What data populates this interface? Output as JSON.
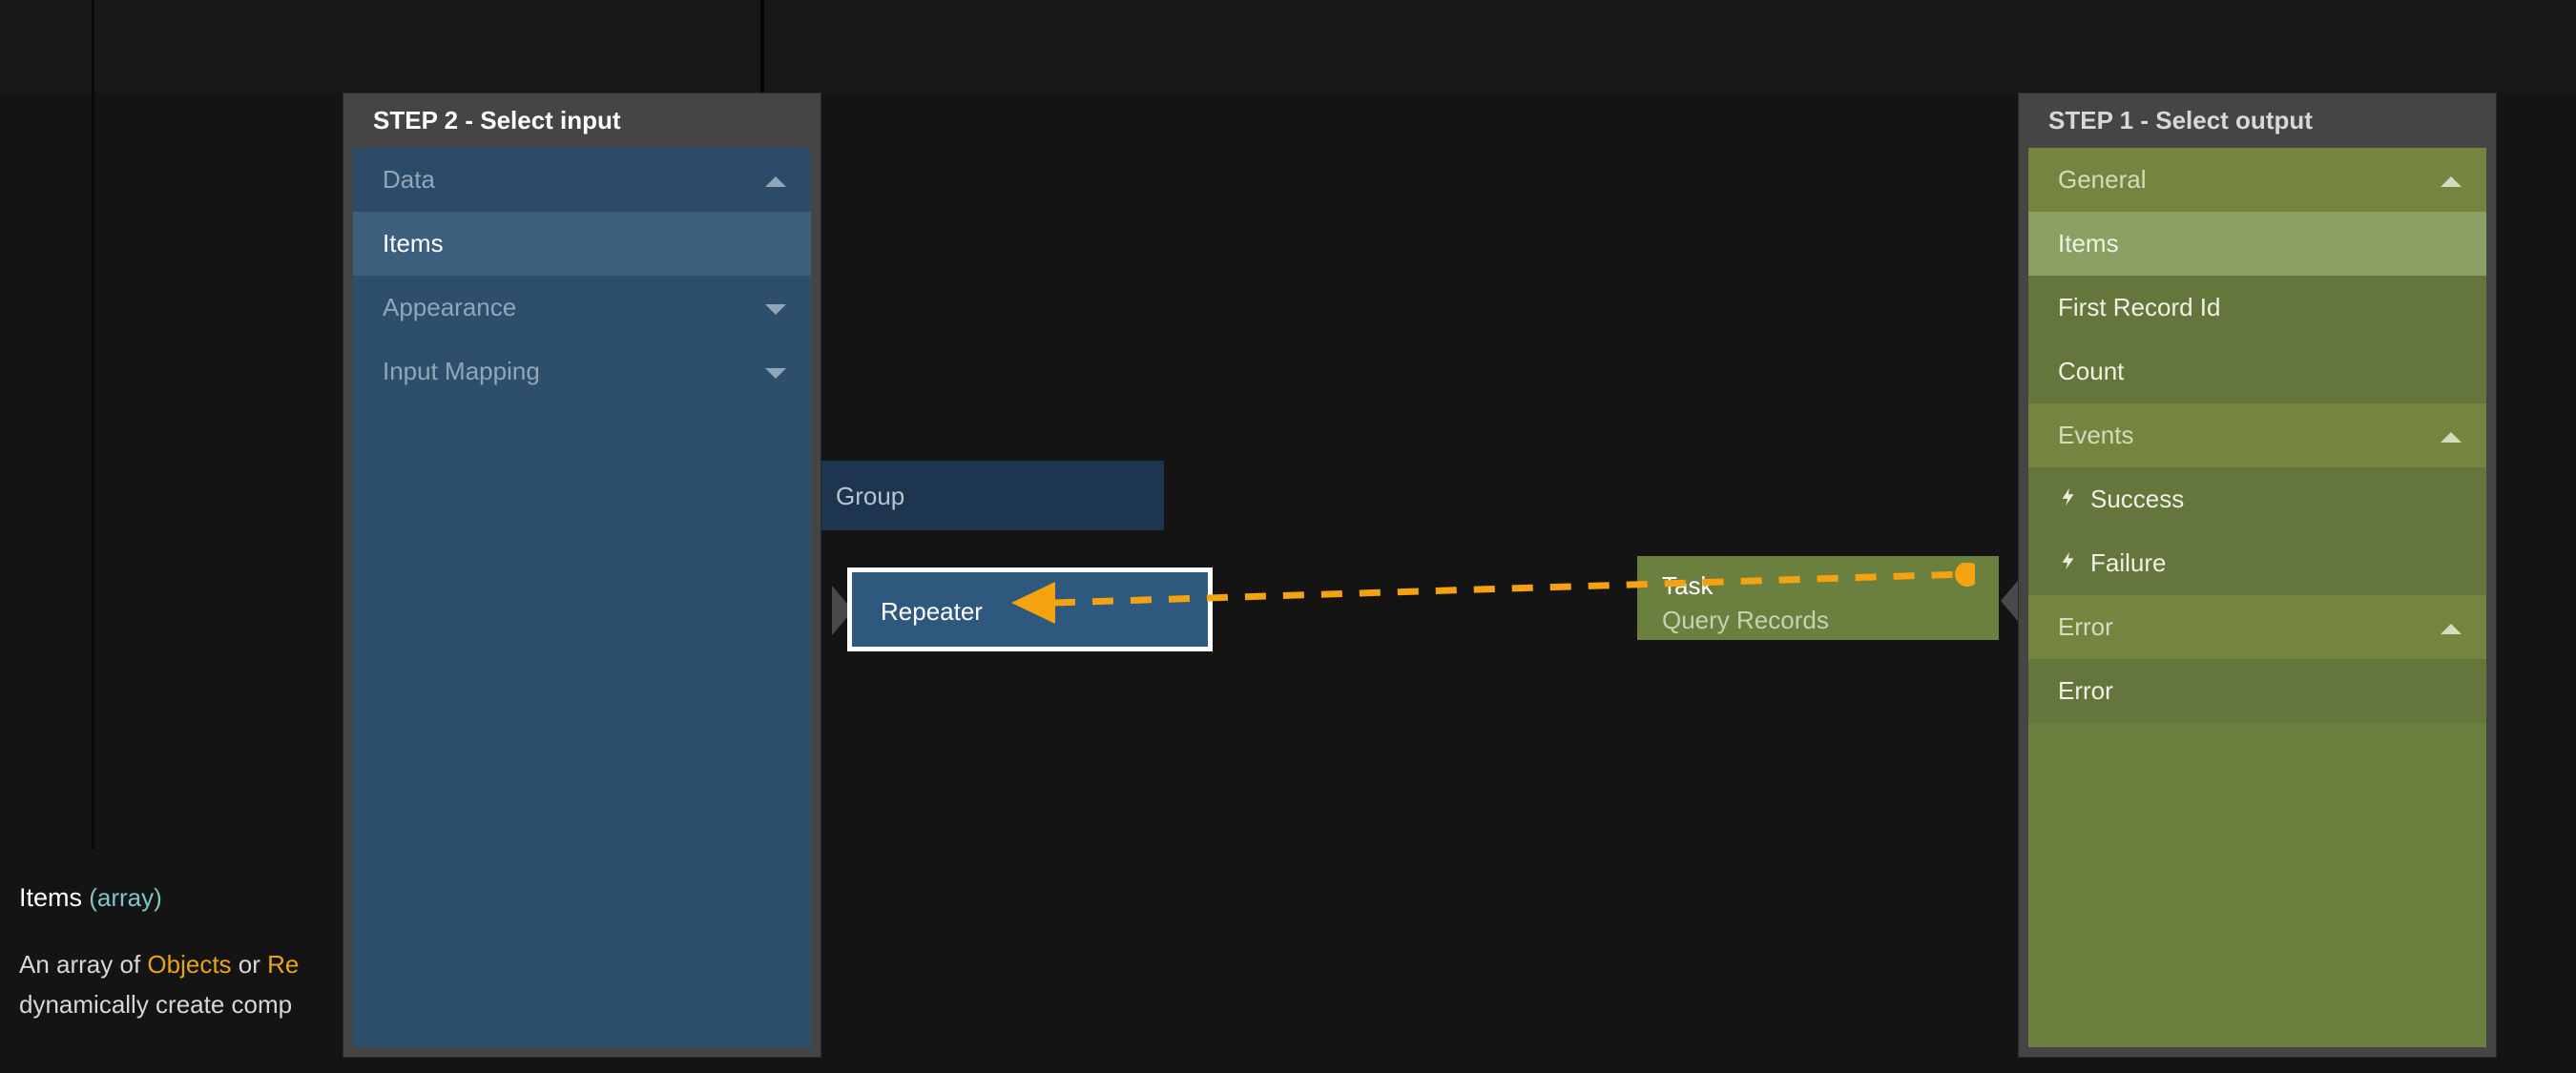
{
  "canvas": {
    "background": "#141414",
    "nodes": [
      {
        "id": "group",
        "label": "Group",
        "sublabel": "",
        "color": "#1E3550"
      },
      {
        "id": "repeater",
        "label": "Repeater",
        "sublabel": "",
        "color": "#2E587D",
        "selected": true
      },
      {
        "id": "task",
        "label": "Task",
        "sublabel": "Query Records",
        "color": "#6B7F3F"
      }
    ],
    "connection": {
      "from": "task",
      "to": "repeater",
      "color": "#F5A210",
      "style": "dashed",
      "arrow_direction": "left"
    }
  },
  "input_panel": {
    "title": "STEP 2 - Select input",
    "accent": "#2D4F6B",
    "rows": [
      {
        "label": "Data",
        "type": "section",
        "expanded": true,
        "caret": "chevron-up-icon"
      },
      {
        "label": "Items",
        "type": "item",
        "selected": true
      },
      {
        "label": "Appearance",
        "type": "section",
        "expanded": false,
        "caret": "chevron-down-icon"
      },
      {
        "label": "Input Mapping",
        "type": "section",
        "expanded": false,
        "caret": "chevron-down-icon"
      }
    ]
  },
  "output_panel": {
    "title": "STEP 1 - Select output",
    "accent": "#6B7F3F",
    "rows": [
      {
        "label": "General",
        "type": "section",
        "expanded": true,
        "caret": "chevron-up-icon"
      },
      {
        "label": "Items",
        "type": "item",
        "selected": true
      },
      {
        "label": "First Record Id",
        "type": "item"
      },
      {
        "label": "Count",
        "type": "item"
      },
      {
        "label": "Events",
        "type": "section",
        "expanded": true,
        "caret": "chevron-up-icon"
      },
      {
        "label": "Success",
        "type": "item",
        "icon": "lightning-bolt-icon"
      },
      {
        "label": "Failure",
        "type": "item",
        "icon": "lightning-bolt-icon"
      },
      {
        "label": "Error",
        "type": "section",
        "expanded": true,
        "caret": "chevron-up-icon"
      },
      {
        "label": "Error",
        "type": "item"
      }
    ]
  },
  "tooltip": {
    "title": "Items",
    "type": "(array)",
    "description_parts": [
      {
        "text": "An array of ",
        "highlight": false
      },
      {
        "text": "Objects",
        "highlight": true
      },
      {
        "text": " or ",
        "highlight": false
      },
      {
        "text": "Re",
        "highlight": true
      }
    ],
    "description_line2": "dynamically create comp"
  }
}
